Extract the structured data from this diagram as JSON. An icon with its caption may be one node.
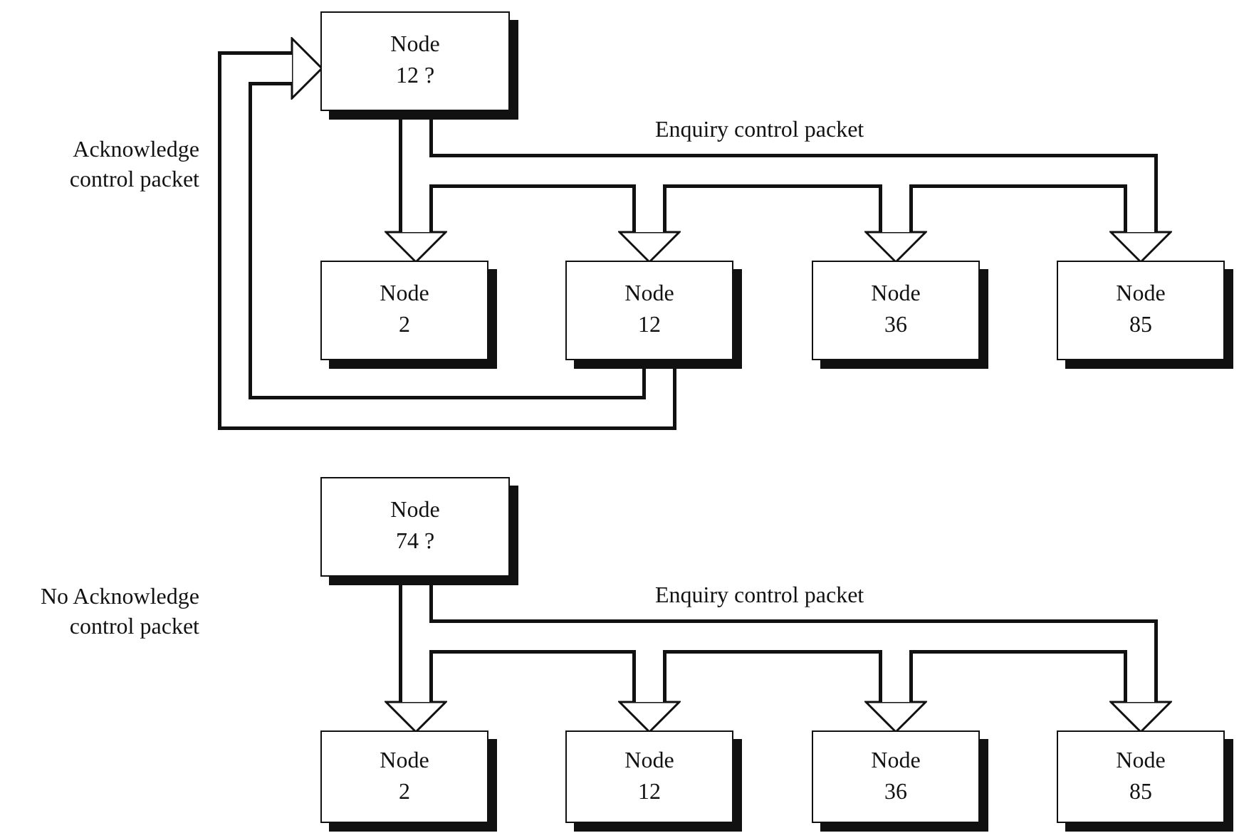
{
  "diagram": {
    "nodes": [
      {
        "text": [
          "Node 12 ?"
        ]
      },
      {
        "text": [
          "Node 2"
        ]
      },
      {
        "text": [
          "Node 12"
        ]
      },
      {
        "text": [
          "Node 36"
        ]
      },
      {
        "text": [
          "Node 85"
        ]
      },
      {
        "text": [
          "Node 74 ?"
        ]
      },
      {
        "text": [
          "Node 2"
        ]
      },
      {
        "text": [
          "Node 12"
        ]
      },
      {
        "text": [
          "Node 36"
        ]
      },
      {
        "text": [
          "Node 85"
        ]
      }
    ],
    "edges": [
      {
        "from": 0,
        "to": 1,
        "arrow": "to"
      },
      {
        "from": 0,
        "to": 2,
        "arrow": "to"
      },
      {
        "from": 0,
        "to": 3,
        "arrow": "to"
      },
      {
        "from": 0,
        "to": 4,
        "arrow": "to",
        "label": "Enquiry control packet"
      },
      {
        "from": 2,
        "to": 0,
        "arrow": "to",
        "label": "Acknowledge control packet"
      },
      {
        "from": 5,
        "to": 6,
        "arrow": "to"
      },
      {
        "from": 5,
        "to": 7,
        "arrow": "to"
      },
      {
        "from": 5,
        "to": 8,
        "arrow": "to"
      },
      {
        "from": 5,
        "to": 9,
        "arrow": "to",
        "label": "Enquiry control packet"
      }
    ],
    "labels": [
      "No Acknowledge control packet"
    ]
  }
}
